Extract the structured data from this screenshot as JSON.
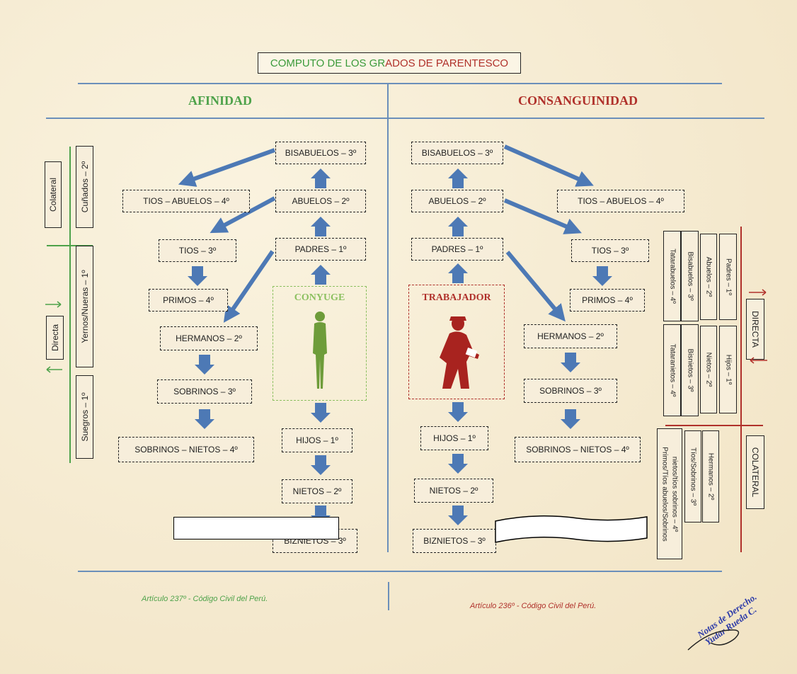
{
  "title": {
    "part1": "COMPUTO DE LOS GR",
    "part2": "ADOS DE PARENTESCO"
  },
  "headings": {
    "afinidad": "AFINIDAD",
    "consanguinidad": "CONSANGUINIDAD"
  },
  "afinidad_boxes": {
    "bisabuelos": "BISABUELOS – 3º",
    "tios_abuelos": "TIOS – ABUELOS – 4º",
    "abuelos": "ABUELOS – 2º",
    "tios": "TIOS – 3º",
    "padres": "PADRES – 1º",
    "primos": "PRIMOS – 4º",
    "hermanos": "HERMANOS – 2º",
    "sobrinos": "SOBRINOS – 3º",
    "sobrinos_nietos": "SOBRINOS – NIETOS – 4º",
    "hijos": "HIJOS – 1º",
    "nietos": "NIETOS – 2º",
    "biznietos": "BIZNIETOS – 3º"
  },
  "consanguinidad_boxes": {
    "bisabuelos": "BISABUELOS – 3º",
    "tios_abuelos": "TIOS – ABUELOS – 4º",
    "abuelos": "ABUELOS – 2º",
    "tios": "TIOS – 3º",
    "padres": "PADRES – 1º",
    "primos": "PRIMOS – 4º",
    "hermanos": "HERMANOS – 2º",
    "sobrinos": "SOBRINOS – 3º",
    "sobrinos_nietos": "SOBRINOS – NIETOS – 4º",
    "hijos": "HIJOS – 1º",
    "nietos": "NIETOS – 2º",
    "biznietos": "BIZNIETOS – 3º"
  },
  "figures": {
    "conyuge": "CONYUGE",
    "trabajador": "TRABAJADOR"
  },
  "left_side": {
    "colateral": "Colateral",
    "cunados": "Cuñados – 2º",
    "directa": "Directa",
    "yernos": "Yernos/Nueras – 1º",
    "suegros": "Suegros – 1º"
  },
  "right_side": {
    "tatarabuelos": "Tatarabuelos – 4º",
    "bisabuelos": "Bisabuelos – 3º",
    "abuelos": "Abuelos – 2º",
    "padres": "Padres – 1º",
    "tataranietos": "Tataranietos – 4º",
    "bisnietos": "Bisnietos – 3º",
    "nietos": "Nietos – 2º",
    "hijos": "Hijos – 1º",
    "directa": "DIRECTA",
    "primos_tios": "Primos/Tíos abuelos/Sobrinos",
    "primos_tios2": "nietos/tíos sobrinos – 4º",
    "tios_sobrinos": "Tíos/Sobrinos – 3º",
    "hermanos": "Hermanos – 2º",
    "colateral": "COLATERAL"
  },
  "footer": {
    "afinidad_ref": "Artículo 237º - Código Civil del Perú.",
    "consanguinidad_ref": "Artículo 236º - Código Civil del Perú.",
    "signature_line1": "Notas de Derecho.",
    "signature_line2": "Yudar Rueda C."
  },
  "colors": {
    "green": "#4ea24a",
    "red": "#b0312b",
    "arrow": "#4d79b5",
    "line": "#6b8fba",
    "conyuge": "#6e9c3a",
    "trabajador": "#a8231f"
  }
}
